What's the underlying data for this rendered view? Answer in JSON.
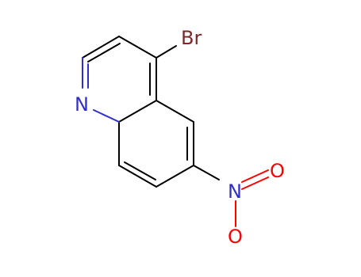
{
  "molecule": {
    "atoms": {
      "bromine": "Br",
      "nitrogen_ring": "N",
      "nitrogen_nitro": "N",
      "oxygen_top": "O",
      "oxygen_bottom": "O"
    },
    "colors": {
      "bond": "#000000",
      "nitrogen": "#3030c8",
      "oxygen": "#ff0000",
      "bromine": "#7a2a2a"
    }
  }
}
